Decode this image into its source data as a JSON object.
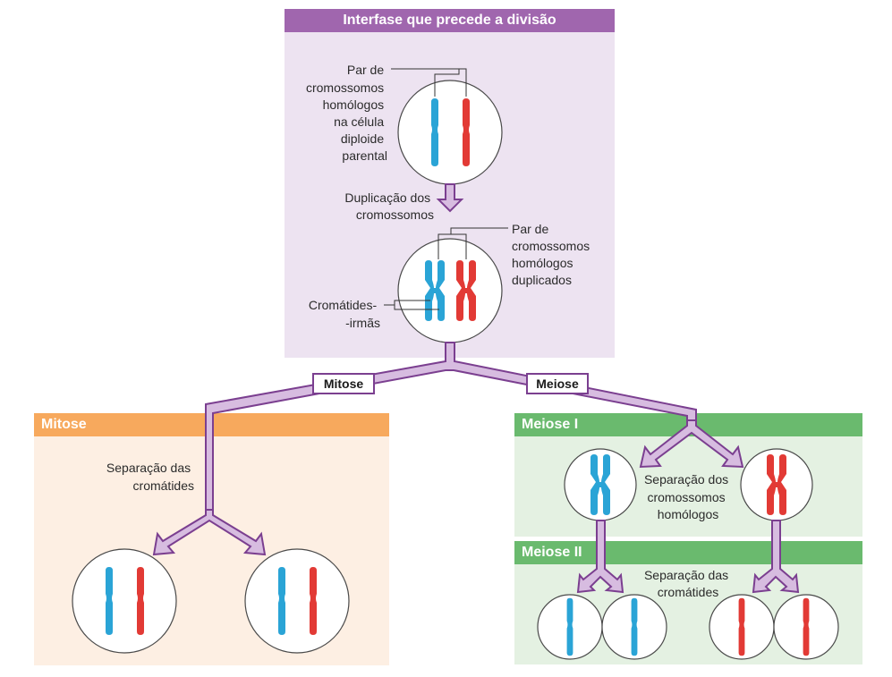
{
  "panels": {
    "interphase": {
      "title": "Interfase que precede a divisão"
    },
    "mitosis": {
      "title": "Mitose"
    },
    "meiosis1": {
      "title": "Meiose I"
    },
    "meiosis2": {
      "title": "Meiose II"
    }
  },
  "labels": {
    "homologous_pair": [
      "Par de",
      "cromossomos",
      "homólogos",
      "na célula",
      "diploide",
      "parental"
    ],
    "duplication": [
      "Duplicação dos",
      "cromossomos"
    ],
    "duplicated_pair": [
      "Par de",
      "cromossomos",
      "homólogos",
      "duplicados"
    ],
    "sister_chromatids": [
      "Cromátides-",
      "-irmãs"
    ],
    "mitosis_separation": [
      "Separação das",
      "cromátides"
    ],
    "meiosis1_separation": [
      "Separação dos",
      "cromossomos",
      "homólogos"
    ],
    "meiosis2_separation": [
      "Separação das",
      "cromátides"
    ]
  },
  "branches": {
    "mitosis": "Mitose",
    "meiosis": "Meiose"
  },
  "colors": {
    "chromosome_maternal": "#2aa4d6",
    "chromosome_paternal": "#e23a35",
    "interphase": "#a066ae",
    "mitosis": "#f7a95d",
    "meiosis": "#6aba6e"
  }
}
